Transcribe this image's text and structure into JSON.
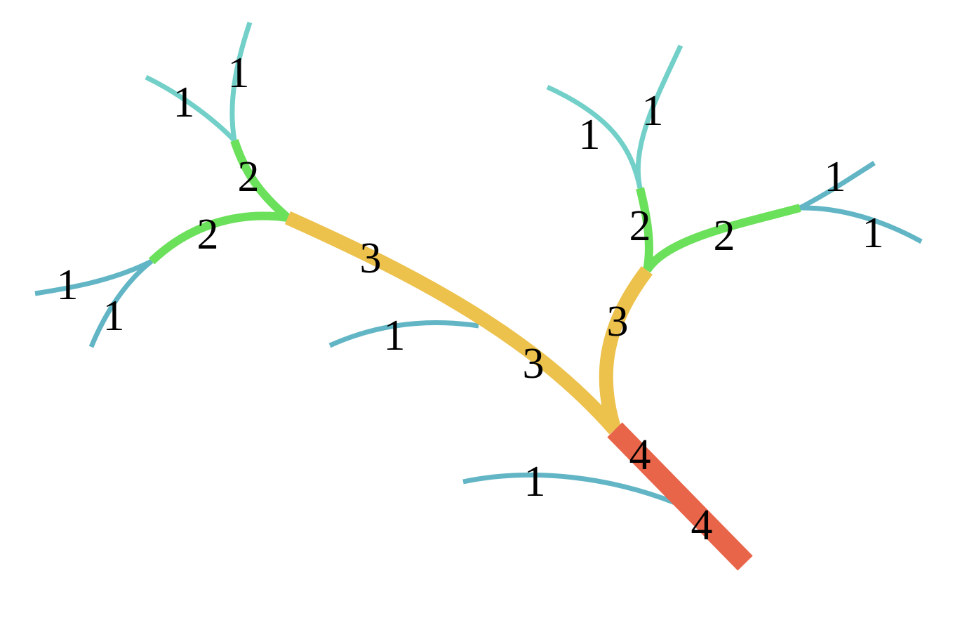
{
  "colors": {
    "order_1": "#62b5c5",
    "order_1_alt": "#72d0c9",
    "order_2": "#6be05a",
    "order_3": "#ecc14c",
    "order_4": "#e8654a",
    "label": "#000000"
  },
  "segments": [
    {
      "id": "trunk",
      "order": 4,
      "labels": [
        "4",
        "4"
      ]
    },
    {
      "id": "left-main",
      "order": 3,
      "labels": [
        "3",
        "3"
      ]
    },
    {
      "id": "right-main",
      "order": 3,
      "labels": [
        "3"
      ]
    },
    {
      "id": "left-upper-fork",
      "order": 2,
      "labels": [
        "2"
      ]
    },
    {
      "id": "left-lower-fork",
      "order": 2,
      "labels": [
        "2"
      ]
    },
    {
      "id": "right-upper-fork",
      "order": 2,
      "labels": [
        "2"
      ]
    },
    {
      "id": "right-side-fork",
      "order": 2,
      "labels": [
        "2"
      ]
    },
    {
      "id": "tip-left-top-a",
      "order": 1,
      "labels": [
        "1"
      ]
    },
    {
      "id": "tip-left-top-b",
      "order": 1,
      "labels": [
        "1"
      ]
    },
    {
      "id": "tip-left-low-a",
      "order": 1,
      "labels": [
        "1"
      ]
    },
    {
      "id": "tip-left-low-b",
      "order": 1,
      "labels": [
        "1"
      ]
    },
    {
      "id": "tip-mid-left",
      "order": 1,
      "labels": [
        "1"
      ]
    },
    {
      "id": "tip-bottom",
      "order": 1,
      "labels": [
        "1"
      ]
    },
    {
      "id": "tip-right-top-a",
      "order": 1,
      "labels": [
        "1"
      ]
    },
    {
      "id": "tip-right-top-b",
      "order": 1,
      "labels": [
        "1"
      ]
    },
    {
      "id": "tip-right-side-a",
      "order": 1,
      "labels": [
        "1"
      ]
    },
    {
      "id": "tip-right-side-b",
      "order": 1,
      "labels": [
        "1"
      ]
    }
  ]
}
